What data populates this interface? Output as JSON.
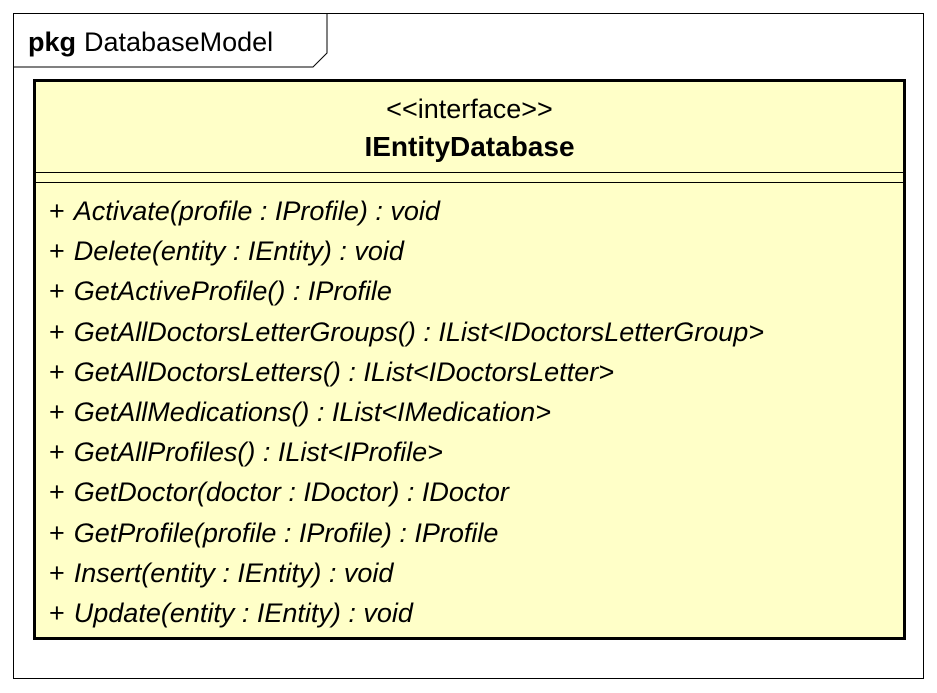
{
  "package": {
    "keyword": "pkg",
    "name": "DatabaseModel"
  },
  "class": {
    "stereotype": "<<interface>>",
    "name": "IEntityDatabase",
    "attributes": [],
    "operations": [
      {
        "visibility": "+",
        "signature": "Activate(profile : IProfile) : void"
      },
      {
        "visibility": "+",
        "signature": "Delete(entity : IEntity) : void"
      },
      {
        "visibility": "+",
        "signature": "GetActiveProfile() : IProfile"
      },
      {
        "visibility": "+",
        "signature": "GetAllDoctorsLetterGroups() : IList<IDoctorsLetterGroup>"
      },
      {
        "visibility": "+",
        "signature": "GetAllDoctorsLetters() : IList<IDoctorsLetter>"
      },
      {
        "visibility": "+",
        "signature": "GetAllMedications() : IList<IMedication>"
      },
      {
        "visibility": "+",
        "signature": "GetAllProfiles() : IList<IProfile>"
      },
      {
        "visibility": "+",
        "signature": "GetDoctor(doctor : IDoctor) : IDoctor"
      },
      {
        "visibility": "+",
        "signature": "GetProfile(profile : IProfile) : IProfile"
      },
      {
        "visibility": "+",
        "signature": "Insert(entity : IEntity) : void"
      },
      {
        "visibility": "+",
        "signature": "Update(entity : IEntity) : void"
      }
    ]
  },
  "colors": {
    "class_fill": "#ffffc8",
    "border": "#000000",
    "background": "#ffffff"
  }
}
